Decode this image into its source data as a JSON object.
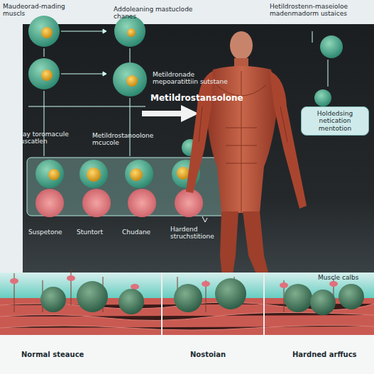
{
  "diagram": {
    "nodes": [
      {
        "text": [
          "Holdedsing netication mentotion"
        ]
      }
    ],
    "labels": [
      "Maudeorad-mading muscls",
      "Addoleaning mastuclode chanes",
      "Hetildrostenn-maseioloe madenmadorm ustaices",
      "Metildronade mepoaratittiin sutstane",
      "Metildrostansolone",
      "Hoday toromacule mnuscatlen",
      "Metildrostanoolone mcucole",
      "Suspetone",
      "Stuntort",
      "Chudane",
      "Hardend struchstitione",
      "Muscle calbs",
      "Normal steauce",
      "Nostoian",
      "Hardned arffucs"
    ]
  }
}
